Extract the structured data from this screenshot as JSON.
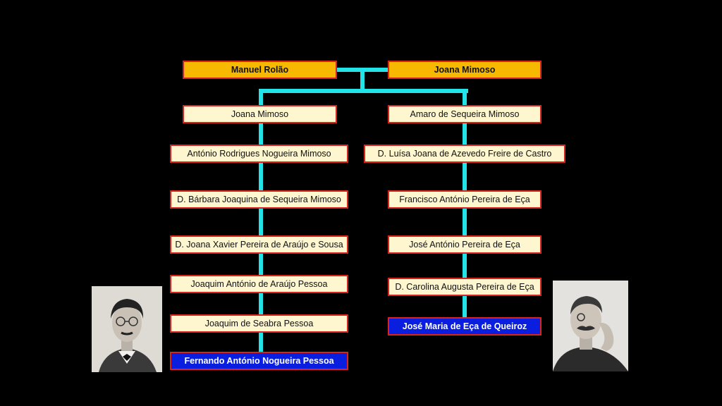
{
  "couple": {
    "husband": "Manuel Rolão",
    "wife": "Joana Mimoso"
  },
  "left_line": [
    "Joana Mimoso",
    "António Rodrigues Nogueira Mimoso",
    "D. Bárbara Joaquina de Sequeira Mimoso",
    "D. Joana Xavier Pereira de Araújo e Sousa",
    "Joaquim António de Araújo Pessoa",
    "Joaquim de Seabra Pessoa"
  ],
  "left_descendant": "Fernando António Nogueira Pessoa",
  "right_line": [
    "Amaro de Sequeira Mimoso",
    "D. Luísa Joana de Azevedo Freire de Castro",
    "Francisco António Pereira de Eça",
    "José António Pereira de Eça",
    "D. Carolina Augusta Pereira de Eça"
  ],
  "right_descendant": "José Maria de Eça de Queiroz",
  "colors": {
    "background": "#000000",
    "connector": "#22e3e8",
    "root_fill": "#f7b800",
    "node_fill": "#fdf6cf",
    "node_border": "#d9241e",
    "target_fill": "#0a1ee0"
  },
  "photos": {
    "left": "portrait-photo",
    "right": "portrait-photo"
  }
}
